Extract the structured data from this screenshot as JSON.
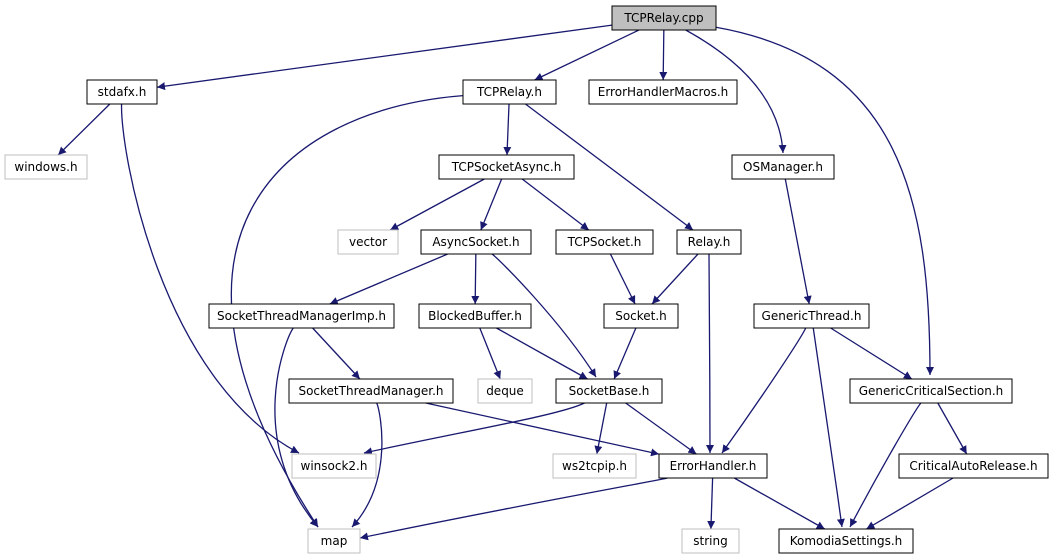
{
  "colors": {
    "edge": "#191970",
    "normal_border": "#000000",
    "external_border": "#bfbfbf",
    "root_fill": "#bfbfbf",
    "node_fill": "#ffffff"
  },
  "nodes": [
    {
      "id": "tcprelay_cpp",
      "label": "TCPRelay.cpp",
      "kind": "root"
    },
    {
      "id": "stdafx_h",
      "label": "stdafx.h",
      "kind": "normal"
    },
    {
      "id": "tcprelay_h",
      "label": "TCPRelay.h",
      "kind": "normal"
    },
    {
      "id": "errorhandlermacros_h",
      "label": "ErrorHandlerMacros.h",
      "kind": "normal"
    },
    {
      "id": "windows_h",
      "label": "windows.h",
      "kind": "external"
    },
    {
      "id": "tcpsocketasync_h",
      "label": "TCPSocketAsync.h",
      "kind": "normal"
    },
    {
      "id": "osmanager_h",
      "label": "OSManager.h",
      "kind": "normal"
    },
    {
      "id": "vector",
      "label": "vector",
      "kind": "external"
    },
    {
      "id": "asyncsocket_h",
      "label": "AsyncSocket.h",
      "kind": "normal"
    },
    {
      "id": "tcpsocket_h",
      "label": "TCPSocket.h",
      "kind": "normal"
    },
    {
      "id": "relay_h",
      "label": "Relay.h",
      "kind": "normal"
    },
    {
      "id": "socketthreadmanagerimp_h",
      "label": "SocketThreadManagerImp.h",
      "kind": "normal"
    },
    {
      "id": "blockedbuffer_h",
      "label": "BlockedBuffer.h",
      "kind": "normal"
    },
    {
      "id": "socket_h",
      "label": "Socket.h",
      "kind": "normal"
    },
    {
      "id": "genericthread_h",
      "label": "GenericThread.h",
      "kind": "normal"
    },
    {
      "id": "socketthreadmanager_h",
      "label": "SocketThreadManager.h",
      "kind": "normal"
    },
    {
      "id": "deque",
      "label": "deque",
      "kind": "external"
    },
    {
      "id": "socketbase_h",
      "label": "SocketBase.h",
      "kind": "normal"
    },
    {
      "id": "genericcriticalsection_h",
      "label": "GenericCriticalSection.h",
      "kind": "normal"
    },
    {
      "id": "winsock2_h",
      "label": "winsock2.h",
      "kind": "external"
    },
    {
      "id": "ws2tcpip_h",
      "label": "ws2tcpip.h",
      "kind": "external"
    },
    {
      "id": "errorhandler_h",
      "label": "ErrorHandler.h",
      "kind": "normal"
    },
    {
      "id": "criticalautorelease_h",
      "label": "CriticalAutoRelease.h",
      "kind": "normal"
    },
    {
      "id": "map",
      "label": "map",
      "kind": "external"
    },
    {
      "id": "string",
      "label": "string",
      "kind": "external"
    },
    {
      "id": "komodiasettings_h",
      "label": "KomodiaSettings.h",
      "kind": "normal"
    }
  ],
  "edges": [
    {
      "from": "tcprelay_cpp",
      "to": "stdafx_h"
    },
    {
      "from": "tcprelay_cpp",
      "to": "tcprelay_h"
    },
    {
      "from": "tcprelay_cpp",
      "to": "errorhandlermacros_h"
    },
    {
      "from": "tcprelay_cpp",
      "to": "osmanager_h"
    },
    {
      "from": "tcprelay_cpp",
      "to": "genericcriticalsection_h"
    },
    {
      "from": "stdafx_h",
      "to": "windows_h"
    },
    {
      "from": "stdafx_h",
      "to": "winsock2_h"
    },
    {
      "from": "tcprelay_h",
      "to": "tcpsocketasync_h"
    },
    {
      "from": "tcprelay_h",
      "to": "relay_h"
    },
    {
      "from": "tcprelay_h",
      "to": "map"
    },
    {
      "from": "tcpsocketasync_h",
      "to": "vector"
    },
    {
      "from": "tcpsocketasync_h",
      "to": "asyncsocket_h"
    },
    {
      "from": "tcpsocketasync_h",
      "to": "tcpsocket_h"
    },
    {
      "from": "asyncsocket_h",
      "to": "socketthreadmanagerimp_h"
    },
    {
      "from": "asyncsocket_h",
      "to": "blockedbuffer_h"
    },
    {
      "from": "asyncsocket_h",
      "to": "socketbase_h"
    },
    {
      "from": "tcpsocket_h",
      "to": "socket_h"
    },
    {
      "from": "relay_h",
      "to": "socket_h"
    },
    {
      "from": "relay_h",
      "to": "errorhandler_h"
    },
    {
      "from": "socketthreadmanagerimp_h",
      "to": "socketthreadmanager_h"
    },
    {
      "from": "socketthreadmanagerimp_h",
      "to": "map"
    },
    {
      "from": "blockedbuffer_h",
      "to": "deque"
    },
    {
      "from": "blockedbuffer_h",
      "to": "socketbase_h"
    },
    {
      "from": "socket_h",
      "to": "socketbase_h"
    },
    {
      "from": "socketthreadmanager_h",
      "to": "errorhandler_h"
    },
    {
      "from": "socketthreadmanager_h",
      "to": "map"
    },
    {
      "from": "socketbase_h",
      "to": "winsock2_h"
    },
    {
      "from": "socketbase_h",
      "to": "ws2tcpip_h"
    },
    {
      "from": "socketbase_h",
      "to": "errorhandler_h"
    },
    {
      "from": "osmanager_h",
      "to": "genericthread_h"
    },
    {
      "from": "genericthread_h",
      "to": "genericcriticalsection_h"
    },
    {
      "from": "genericthread_h",
      "to": "errorhandler_h"
    },
    {
      "from": "genericthread_h",
      "to": "komodiasettings_h"
    },
    {
      "from": "genericcriticalsection_h",
      "to": "criticalautorelease_h"
    },
    {
      "from": "genericcriticalsection_h",
      "to": "komodiasettings_h"
    },
    {
      "from": "criticalautorelease_h",
      "to": "komodiasettings_h"
    },
    {
      "from": "errorhandler_h",
      "to": "map"
    },
    {
      "from": "errorhandler_h",
      "to": "string"
    },
    {
      "from": "errorhandler_h",
      "to": "komodiasettings_h"
    }
  ]
}
